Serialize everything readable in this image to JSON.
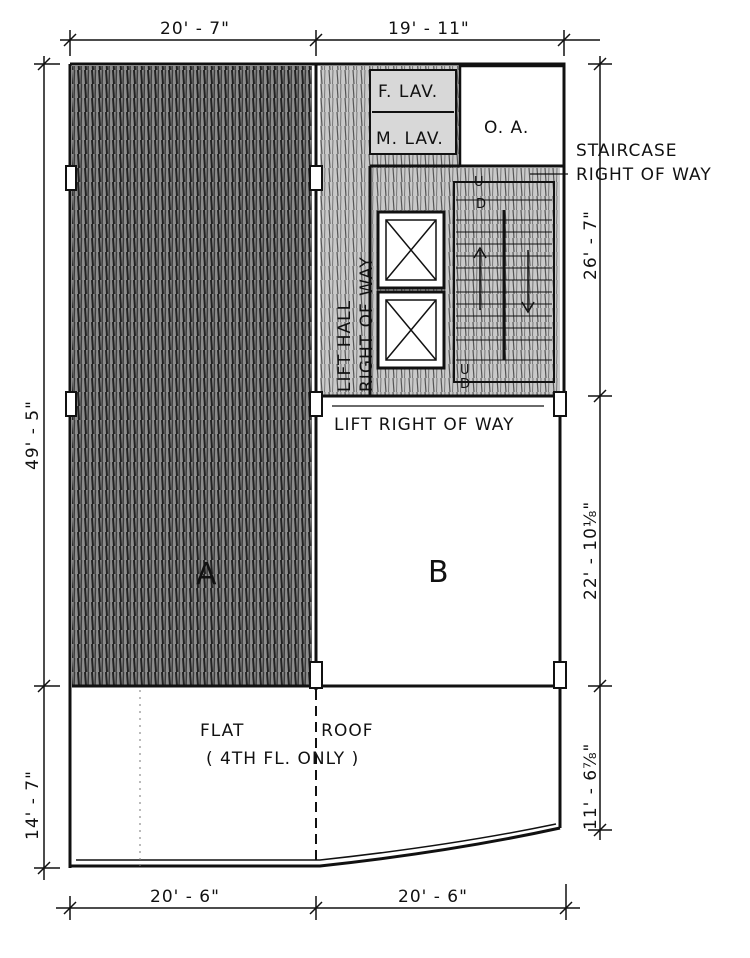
{
  "dimensions": {
    "top_left": "20' - 7\"",
    "top_right": "19' - 11\"",
    "left_total": "49' - 5\"",
    "right_upper": "26' - 7\"",
    "right_middle": "22' - 10⅛\"",
    "right_lower": "11' - 6⅞\"",
    "left_lower": "14' - 7\"",
    "bottom_left": "20' - 6\"",
    "bottom_right": "20' - 6\""
  },
  "labels": {
    "f_lav": "F. LAV.",
    "m_lav": "M. LAV.",
    "oa": "O. A.",
    "staircase_line1": "STAIRCASE",
    "staircase_line2": "RIGHT OF WAY",
    "lift_hall_line1": "LIFT HALL",
    "lift_hall_line2": "RIGHT OF WAY",
    "lift_row": "LIFT RIGHT OF WAY",
    "area_a": "A",
    "area_b": "B",
    "flat_roof": "FLAT            ROOF",
    "flat_roof_note": "( 4TH FL. ONLY )",
    "stair_u_top": "U",
    "stair_d_top": "D",
    "stair_u_bottom": "U",
    "stair_d_bottom": "D"
  },
  "colors": {
    "ink": "#111111",
    "hatch_dark": "#2b2b2b",
    "hatch_light": "#6a6a6a"
  }
}
